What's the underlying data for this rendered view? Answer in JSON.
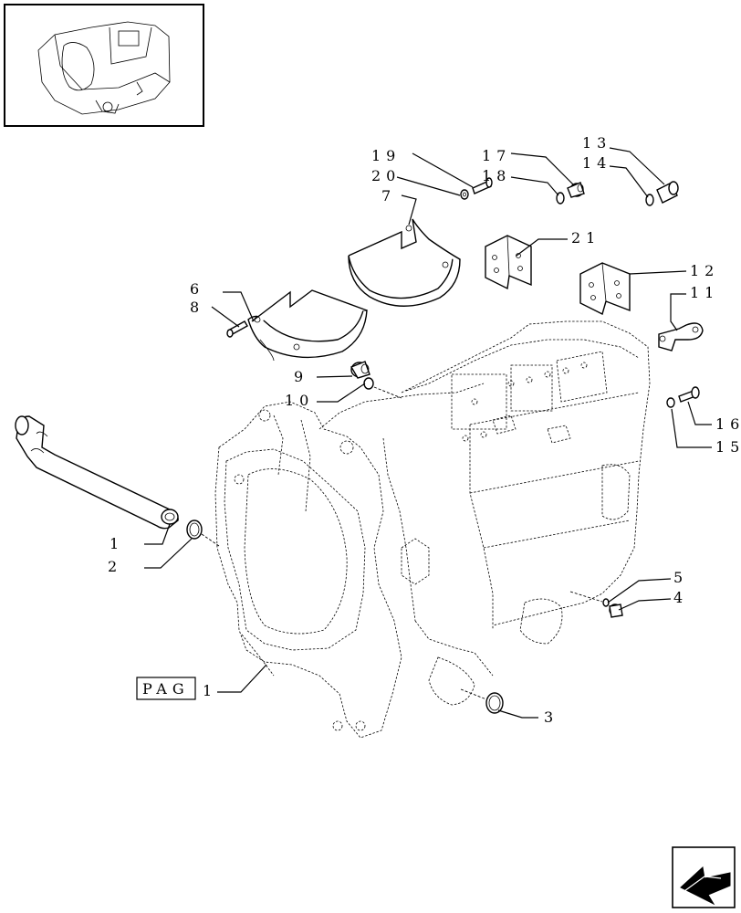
{
  "page_ref": {
    "prefix": "PAG",
    "number": "1"
  },
  "callouts": [
    {
      "id": "c1",
      "text": "1"
    },
    {
      "id": "c2",
      "text": "2"
    },
    {
      "id": "c3",
      "text": "3"
    },
    {
      "id": "c4",
      "text": "4"
    },
    {
      "id": "c5",
      "text": "5"
    },
    {
      "id": "c6",
      "text": "6"
    },
    {
      "id": "c7",
      "text": "7"
    },
    {
      "id": "c8",
      "text": "8"
    },
    {
      "id": "c9",
      "text": "9"
    },
    {
      "id": "c10",
      "text": "10"
    },
    {
      "id": "c11",
      "text": "11"
    },
    {
      "id": "c12",
      "text": "12"
    },
    {
      "id": "c13",
      "text": "13"
    },
    {
      "id": "c14",
      "text": "14"
    },
    {
      "id": "c15",
      "text": "15"
    },
    {
      "id": "c16",
      "text": "16"
    },
    {
      "id": "c17",
      "text": "17"
    },
    {
      "id": "c18",
      "text": "18"
    },
    {
      "id": "c19",
      "text": "19"
    },
    {
      "id": "c20",
      "text": "20"
    },
    {
      "id": "c21",
      "text": "21"
    }
  ],
  "icons": {
    "thumbnail": "transmission-housing-thumbnail",
    "nav": "arrow-navigation-icon"
  }
}
